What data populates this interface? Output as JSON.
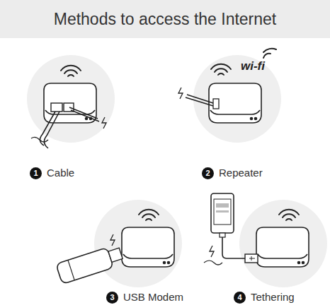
{
  "diagram": {
    "title": "Methods to access the Internet",
    "labels": [
      "wi-fi",
      "1",
      "Cable",
      "2",
      "Repeater",
      "3",
      "USB Modem",
      "4",
      "Tethering"
    ]
  }
}
